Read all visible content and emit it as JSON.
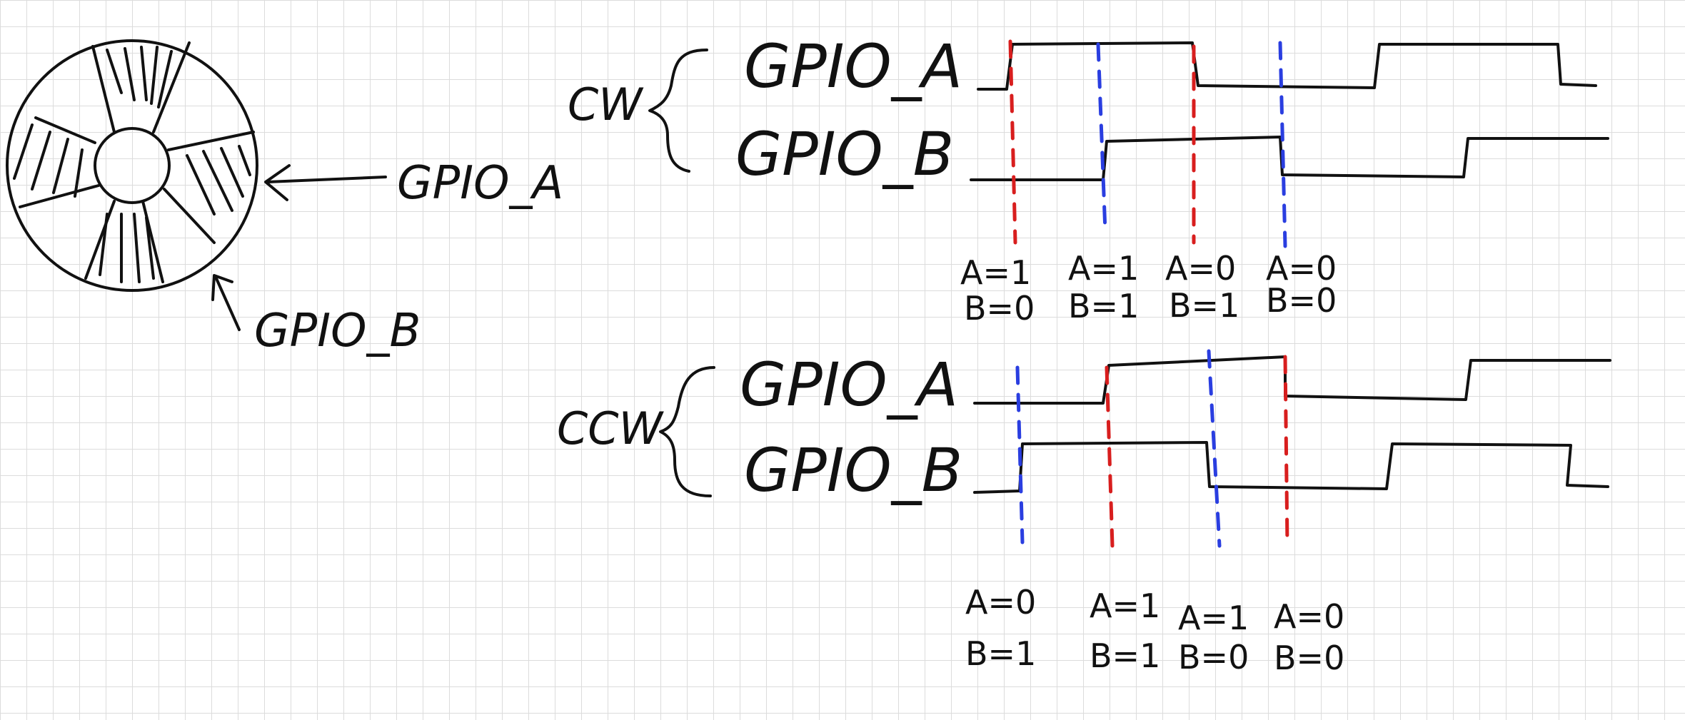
{
  "encoder": {
    "label_a": "GPIO_A",
    "label_b": "GPIO_B"
  },
  "cw": {
    "direction_label": "CW",
    "signal_a_label": "GPIO_A",
    "signal_b_label": "GPIO_B",
    "states": [
      {
        "a": "A=1",
        "b": "B=0"
      },
      {
        "a": "A=1",
        "b": "B=1"
      },
      {
        "a": "A=0",
        "b": "B=1"
      },
      {
        "a": "A=0",
        "b": "B=0"
      }
    ]
  },
  "ccw": {
    "direction_label": "CCW",
    "signal_a_label": "GPIO_A",
    "signal_b_label": "GPIO_B",
    "states": [
      {
        "a": "A=0",
        "b": "B=1"
      },
      {
        "a": "A=1",
        "b": "B=1"
      },
      {
        "a": "A=1",
        "b": "B=0"
      },
      {
        "a": "A=0",
        "b": "B=0"
      }
    ]
  },
  "colors": {
    "ink": "#111111",
    "marker_red": "#d81e1e",
    "marker_blue": "#2a3ee0",
    "grid": "#dcdcdc"
  }
}
